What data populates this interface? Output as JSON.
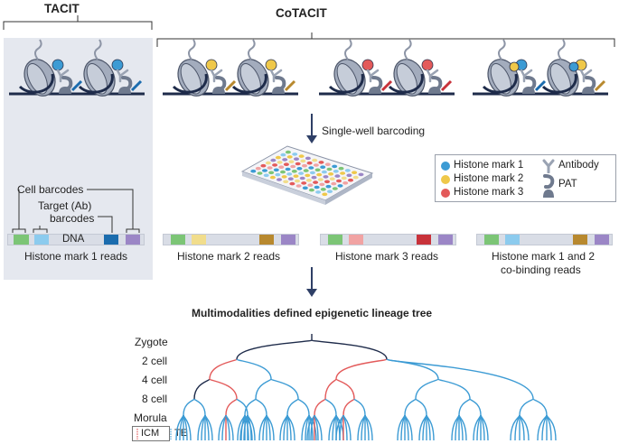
{
  "title_tacit": "TACIT",
  "title_cotacit": "CoTACIT",
  "step_barcoding": "Single-well barcoding",
  "annotations": {
    "cell_barcodes": "Cell barcodes",
    "target_barcodes_line1": "Target (Ab)",
    "target_barcodes_line2": "barcodes",
    "dna": "DNA"
  },
  "reads": [
    {
      "label": "Histone mark 1 reads"
    },
    {
      "label": "Histone mark 2 reads"
    },
    {
      "label": "Histone mark 3 reads"
    },
    {
      "label_line1": "Histone mark 1 and 2",
      "label_line2": "co-binding reads"
    }
  ],
  "legend": {
    "items": [
      {
        "label": "Histone mark 1",
        "color": "#3c9bd4"
      },
      {
        "label": "Histone mark 2",
        "color": "#efc84a"
      },
      {
        "label": "Histone mark 3",
        "color": "#e35a5a"
      }
    ],
    "antibody_label": "Antibody",
    "pat_label": "PAT"
  },
  "tree": {
    "title": "Multimodalities defined epigenetic lineage tree",
    "stages": [
      "Zygote",
      "2 cell",
      "4 cell",
      "8 cell",
      "Morula"
    ],
    "key": {
      "icm": "ICM",
      "te": "TE"
    }
  },
  "colors": {
    "panel_bg": "#e5e8ef",
    "navy": "#1e2b4a",
    "blue": "#3c9bd4",
    "red": "#e35a5a",
    "yellow": "#efc84a",
    "green": "#7cc576",
    "light_blue": "#8ccbee",
    "dark_blue": "#1b6cae",
    "purple": "#9b86c6",
    "pink": "#f1a3a3",
    "crimson": "#c8323a",
    "ochre": "#b8892f",
    "light_yellow": "#f1dd8c"
  }
}
